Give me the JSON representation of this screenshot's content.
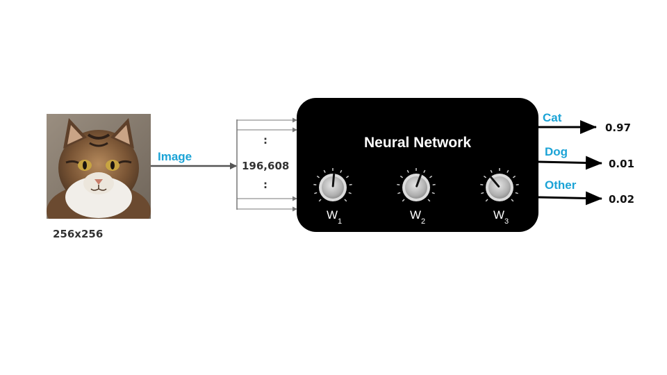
{
  "input": {
    "image_size_label": "256x256",
    "image_arrow_label": "Image",
    "pixel_count_label": "196,608",
    "ellipsis": ":"
  },
  "network": {
    "title": "Neural Network",
    "knobs": [
      {
        "label": "W",
        "subscript": "1",
        "angle_deg": 5
      },
      {
        "label": "W",
        "subscript": "2",
        "angle_deg": 20
      },
      {
        "label": "W",
        "subscript": "3",
        "angle_deg": -40
      }
    ]
  },
  "outputs": [
    {
      "label": "Cat",
      "value": "0.97"
    },
    {
      "label": "Dog",
      "value": "0.01"
    },
    {
      "label": "Other",
      "value": "0.02"
    }
  ],
  "colors": {
    "label_blue": "#1ba3d6",
    "box": "#000000",
    "arrow": "#555555"
  }
}
